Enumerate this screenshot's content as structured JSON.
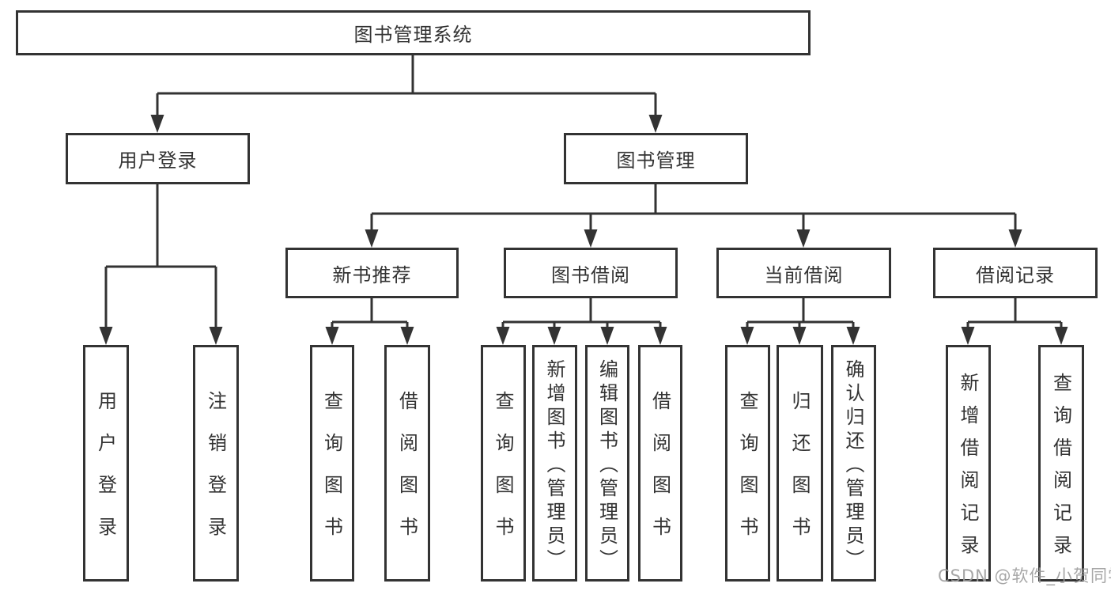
{
  "diagram": {
    "title": "图书管理系统",
    "nodes": {
      "root": {
        "label": "图书管理系统"
      },
      "login": {
        "label": "用户登录"
      },
      "mgmt": {
        "label": "图书管理"
      },
      "newbook": {
        "label": "新书推荐"
      },
      "borrow": {
        "label": "图书借阅"
      },
      "current": {
        "label": "当前借阅"
      },
      "records": {
        "label": "借阅记录"
      },
      "user_login": {
        "label": "用户登录"
      },
      "logout": {
        "label": "注销登录"
      },
      "nb_query": {
        "label": "查询图书"
      },
      "nb_borrow": {
        "label": "借阅图书"
      },
      "bb_query": {
        "label": "查询图书"
      },
      "bb_add": {
        "label": "新增图书（管理员）"
      },
      "bb_edit": {
        "label": "编辑图书（管理员）"
      },
      "bb_borrow": {
        "label": "借阅图书"
      },
      "cb_query": {
        "label": "查询图书"
      },
      "cb_return": {
        "label": "归还图书"
      },
      "cb_confirm": {
        "label": "确认归还（管理员）"
      },
      "rec_add": {
        "label": "新增借阅记录"
      },
      "rec_query": {
        "label": "查询借阅记录"
      }
    },
    "hierarchy": {
      "图书管理系统": {
        "用户登录": [
          "用户登录",
          "注销登录"
        ],
        "图书管理": {
          "新书推荐": [
            "查询图书",
            "借阅图书"
          ],
          "图书借阅": [
            "查询图书",
            "新增图书（管理员）",
            "编辑图书（管理员）",
            "借阅图书"
          ],
          "当前借阅": [
            "查询图书",
            "归还图书",
            "确认归还（管理员）"
          ],
          "借阅记录": [
            "新增借阅记录",
            "查询借阅记录"
          ]
        }
      }
    },
    "colors": {
      "line": "#333333",
      "text": "#333333",
      "watermark": "#9e9e9e"
    }
  },
  "watermark": {
    "text": "CSDN @软件_小贺同学"
  }
}
